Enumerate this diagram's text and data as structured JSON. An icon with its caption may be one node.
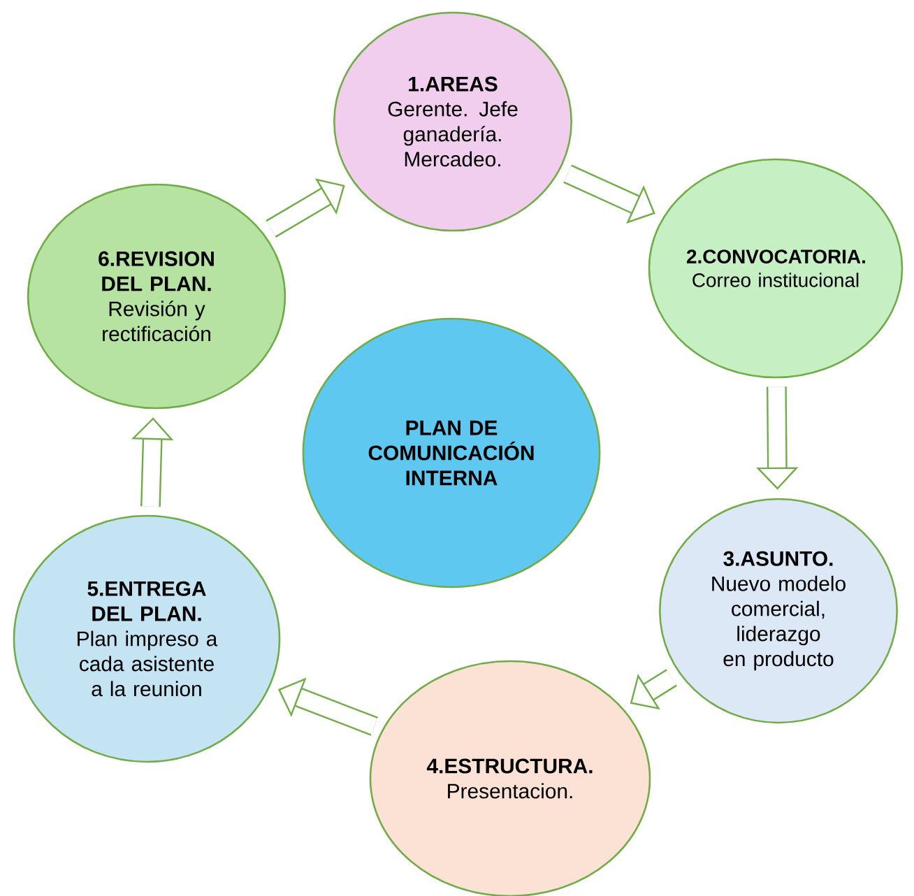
{
  "diagram": {
    "nodes": [
      {
        "text": [
          "1.AREAS",
          "Gerente. Jefe ganadería. Mercadeo."
        ]
      },
      {
        "text": [
          "2.CONVOCATORIA.",
          "Correo institucional"
        ]
      },
      {
        "text": [
          "3.ASUNTO.",
          "Nuevo modelo comercial, liderazgo en producto"
        ]
      },
      {
        "text": [
          "4.ESTRUCTURA.",
          "Presentacion."
        ]
      },
      {
        "text": [
          "5.ENTREGA DEL PLAN.",
          "Plan impreso a cada asistente a la reunion"
        ]
      },
      {
        "text": [
          "6.REVISION DEL PLAN.",
          "Revisión y rectificación"
        ]
      },
      {
        "text": [
          "PLAN DE COMUNICACIÓN INTERNA"
        ]
      }
    ],
    "edges": [
      {
        "from": 5,
        "to": 0,
        "arrow": "to"
      },
      {
        "from": 0,
        "to": 1,
        "arrow": "to"
      },
      {
        "from": 1,
        "to": 2,
        "arrow": "to"
      },
      {
        "from": 2,
        "to": 3,
        "arrow": "to"
      },
      {
        "from": 3,
        "to": 4,
        "arrow": "to"
      },
      {
        "from": 4,
        "to": 5,
        "arrow": "to"
      }
    ]
  }
}
